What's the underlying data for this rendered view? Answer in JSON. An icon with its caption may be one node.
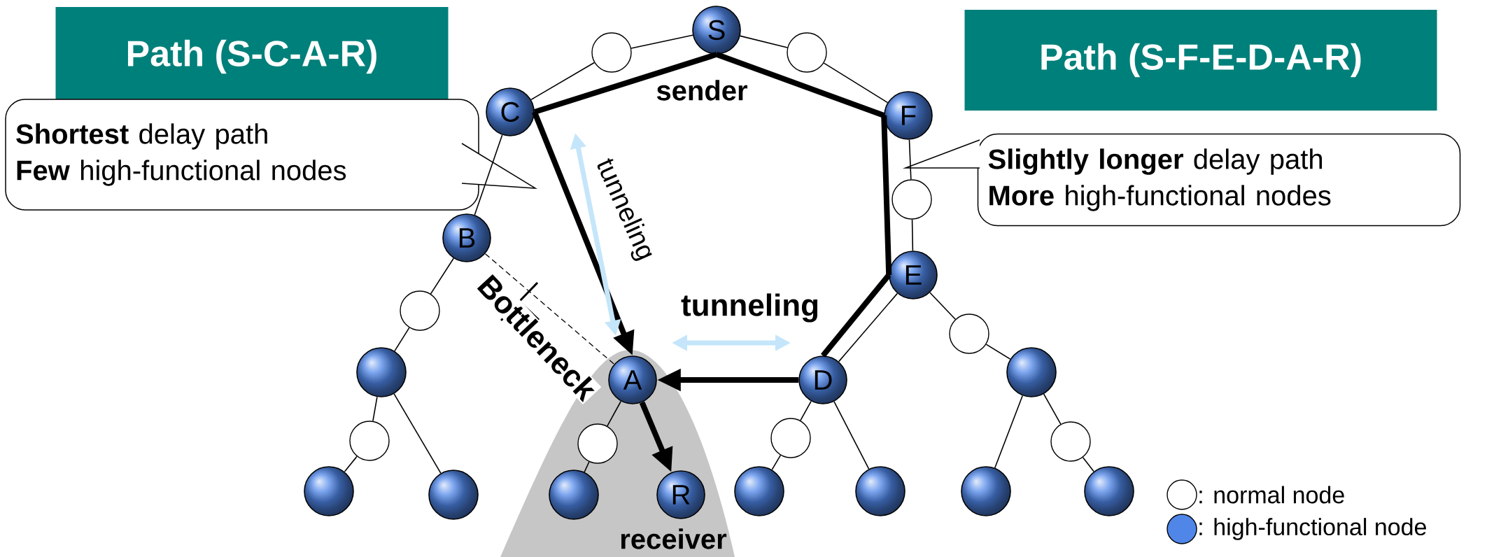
{
  "diagram": {
    "nodes": [
      {
        "text": [
          "Path (S-C-A-R)"
        ]
      },
      {
        "text": [
          "Path (S-F-E-D-A-R)"
        ]
      },
      {
        "text": [
          "S"
        ],
        "beside": [
          "sender"
        ]
      },
      {
        "text": [],
        "shape": "circle"
      },
      {
        "text": [],
        "shape": "circle"
      },
      {
        "text": [
          "C"
        ]
      },
      {
        "text": [
          "F"
        ]
      },
      {
        "text": [
          "**Shortest** delay path",
          "**Few** high-functional nodes"
        ]
      },
      {
        "text": [
          "**Slightly longer** delay path",
          "**More** high-functional nodes"
        ]
      },
      {
        "text": [
          "B"
        ]
      },
      {
        "text": [],
        "shape": "circle"
      },
      {
        "text": [
          "E"
        ]
      },
      {
        "text": [],
        "shape": "circle"
      },
      {
        "text": [],
        "shape": "circle"
      },
      {
        "text": [],
        "shape": "circle"
      },
      {
        "text": [
          "A"
        ]
      },
      {
        "text": [
          "D"
        ]
      },
      {
        "text": [],
        "shape": "circle"
      },
      {
        "text": [],
        "shape": "circle"
      },
      {
        "text": [],
        "shape": "circle"
      },
      {
        "text": [],
        "shape": "circle"
      },
      {
        "text": [],
        "shape": "circle"
      },
      {
        "text": [],
        "shape": "circle"
      },
      {
        "text": [],
        "shape": "circle"
      },
      {
        "text": [],
        "shape": "circle"
      },
      {
        "text": [
          "R"
        ],
        "beside": [
          "receiver"
        ]
      },
      {
        "text": [],
        "shape": "circle"
      },
      {
        "text": [],
        "shape": "circle"
      },
      {
        "text": [],
        "shape": "circle"
      },
      {
        "text": [],
        "shape": "circle"
      }
    ],
    "edges": [
      {
        "from": 5,
        "to": 3,
        "arrow": "none"
      },
      {
        "from": 3,
        "to": 2,
        "arrow": "none"
      },
      {
        "from": 2,
        "to": 4,
        "arrow": "none"
      },
      {
        "from": 4,
        "to": 6,
        "arrow": "none"
      },
      {
        "from": 5,
        "to": 9,
        "arrow": "none"
      },
      {
        "from": 9,
        "to": 12,
        "arrow": "none"
      },
      {
        "from": 12,
        "to": 14,
        "arrow": "none"
      },
      {
        "from": 14,
        "to": 18,
        "arrow": "none"
      },
      {
        "from": 18,
        "to": 22,
        "arrow": "none"
      },
      {
        "from": 14,
        "to": 23,
        "arrow": "none"
      },
      {
        "from": 15,
        "to": 19,
        "arrow": "none"
      },
      {
        "from": 19,
        "to": 24,
        "arrow": "none"
      },
      {
        "from": 6,
        "to": 10,
        "arrow": "none"
      },
      {
        "from": 10,
        "to": 11,
        "arrow": "none"
      },
      {
        "from": 11,
        "to": 16,
        "arrow": "none"
      },
      {
        "from": 16,
        "to": 20,
        "arrow": "none"
      },
      {
        "from": 20,
        "to": 26,
        "arrow": "none"
      },
      {
        "from": 16,
        "to": 27,
        "arrow": "none"
      },
      {
        "from": 11,
        "to": 13,
        "arrow": "none"
      },
      {
        "from": 13,
        "to": 17,
        "arrow": "none"
      },
      {
        "from": 17,
        "to": 28,
        "arrow": "none"
      },
      {
        "from": 17,
        "to": 21,
        "arrow": "none"
      },
      {
        "from": 21,
        "to": 29,
        "arrow": "none"
      },
      {
        "from": 9,
        "to": 15,
        "arrow": "none",
        "style": "dashed",
        "label": "Bottleneck"
      },
      {
        "from": 2,
        "to": 5,
        "arrow": "none",
        "style": "thick"
      },
      {
        "from": 5,
        "to": 15,
        "arrow": "to",
        "style": "thick"
      },
      {
        "from": 15,
        "to": 25,
        "arrow": "to",
        "style": "thick"
      },
      {
        "from": 2,
        "to": 6,
        "arrow": "none",
        "style": "thick"
      },
      {
        "from": 6,
        "to": 11,
        "arrow": "none",
        "style": "thick"
      },
      {
        "from": 11,
        "to": 16,
        "arrow": "none",
        "style": "thick"
      },
      {
        "from": 16,
        "to": 15,
        "arrow": "to",
        "style": "thick"
      }
    ],
    "labels": [
      "tunneling",
      "tunneling"
    ],
    "legend": [
      {
        "text": ": normal node"
      },
      {
        "text": ": high-functional node",
        "color": "#4f86e8"
      }
    ]
  }
}
